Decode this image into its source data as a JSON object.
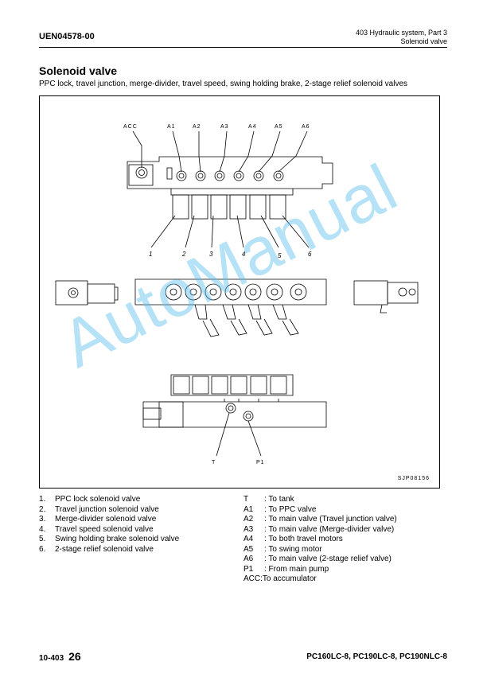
{
  "header": {
    "doc_code": "UEN04578-00",
    "section": "403 Hydraulic system, Part 3",
    "subsection": "Solenoid valve"
  },
  "page_title": "Solenoid valve",
  "subtitle": "PPC lock, travel junction, merge-divider, travel speed, swing holding brake, 2-stage relief solenoid valves",
  "figure": {
    "port_labels": [
      "ACC",
      "A1",
      "A2",
      "A3",
      "A4",
      "A5",
      "A6"
    ],
    "part_numbers": [
      "1",
      "2",
      "3",
      "4",
      "5",
      "6"
    ],
    "bottom_labels": [
      "T",
      "P1"
    ],
    "code": "SJP08156"
  },
  "legend_parts": [
    {
      "num": "1.",
      "text": "PPC lock solenoid valve"
    },
    {
      "num": "2.",
      "text": "Travel junction solenoid valve"
    },
    {
      "num": "3.",
      "text": "Merge-divider solenoid valve"
    },
    {
      "num": "4.",
      "text": "Travel speed solenoid valve"
    },
    {
      "num": "5.",
      "text": "Swing holding brake solenoid valve"
    },
    {
      "num": "6.",
      "text": "2-stage relief solenoid valve"
    }
  ],
  "legend_ports": [
    {
      "key": "T",
      "text": ": To tank"
    },
    {
      "key": "A1",
      "text": ": To PPC valve"
    },
    {
      "key": "A2",
      "text": ": To main valve (Travel junction valve)"
    },
    {
      "key": "A3",
      "text": ": To main valve (Merge-divider valve)"
    },
    {
      "key": "A4",
      "text": ": To both travel motors"
    },
    {
      "key": "A5",
      "text": ": To swing motor"
    },
    {
      "key": "A6",
      "text": ": To main valve (2-stage relief valve)"
    },
    {
      "key": "P1",
      "text": ": From main pump"
    },
    {
      "key": "ACC:",
      "text": " To accumulator"
    }
  ],
  "footer": {
    "section_num": "10-403",
    "page_num": "26",
    "models": "PC160LC-8, PC190LC-8, PC190NLC-8"
  },
  "watermark": "AutoManual"
}
